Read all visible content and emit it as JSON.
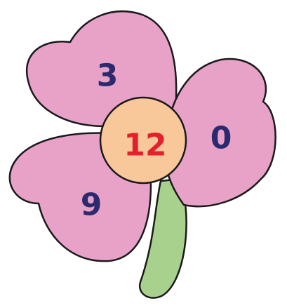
{
  "flower": {
    "center_number": "12",
    "petal_numbers": {
      "top": "3",
      "right": "0",
      "bottom_left": "9"
    }
  },
  "colors": {
    "petal": "#e8a2c8",
    "center": "#f8c89a",
    "stem": "#a9d18e",
    "petal_number": "#2b2a6e",
    "center_number": "#e3202b",
    "outline": "#1a1a1a"
  }
}
